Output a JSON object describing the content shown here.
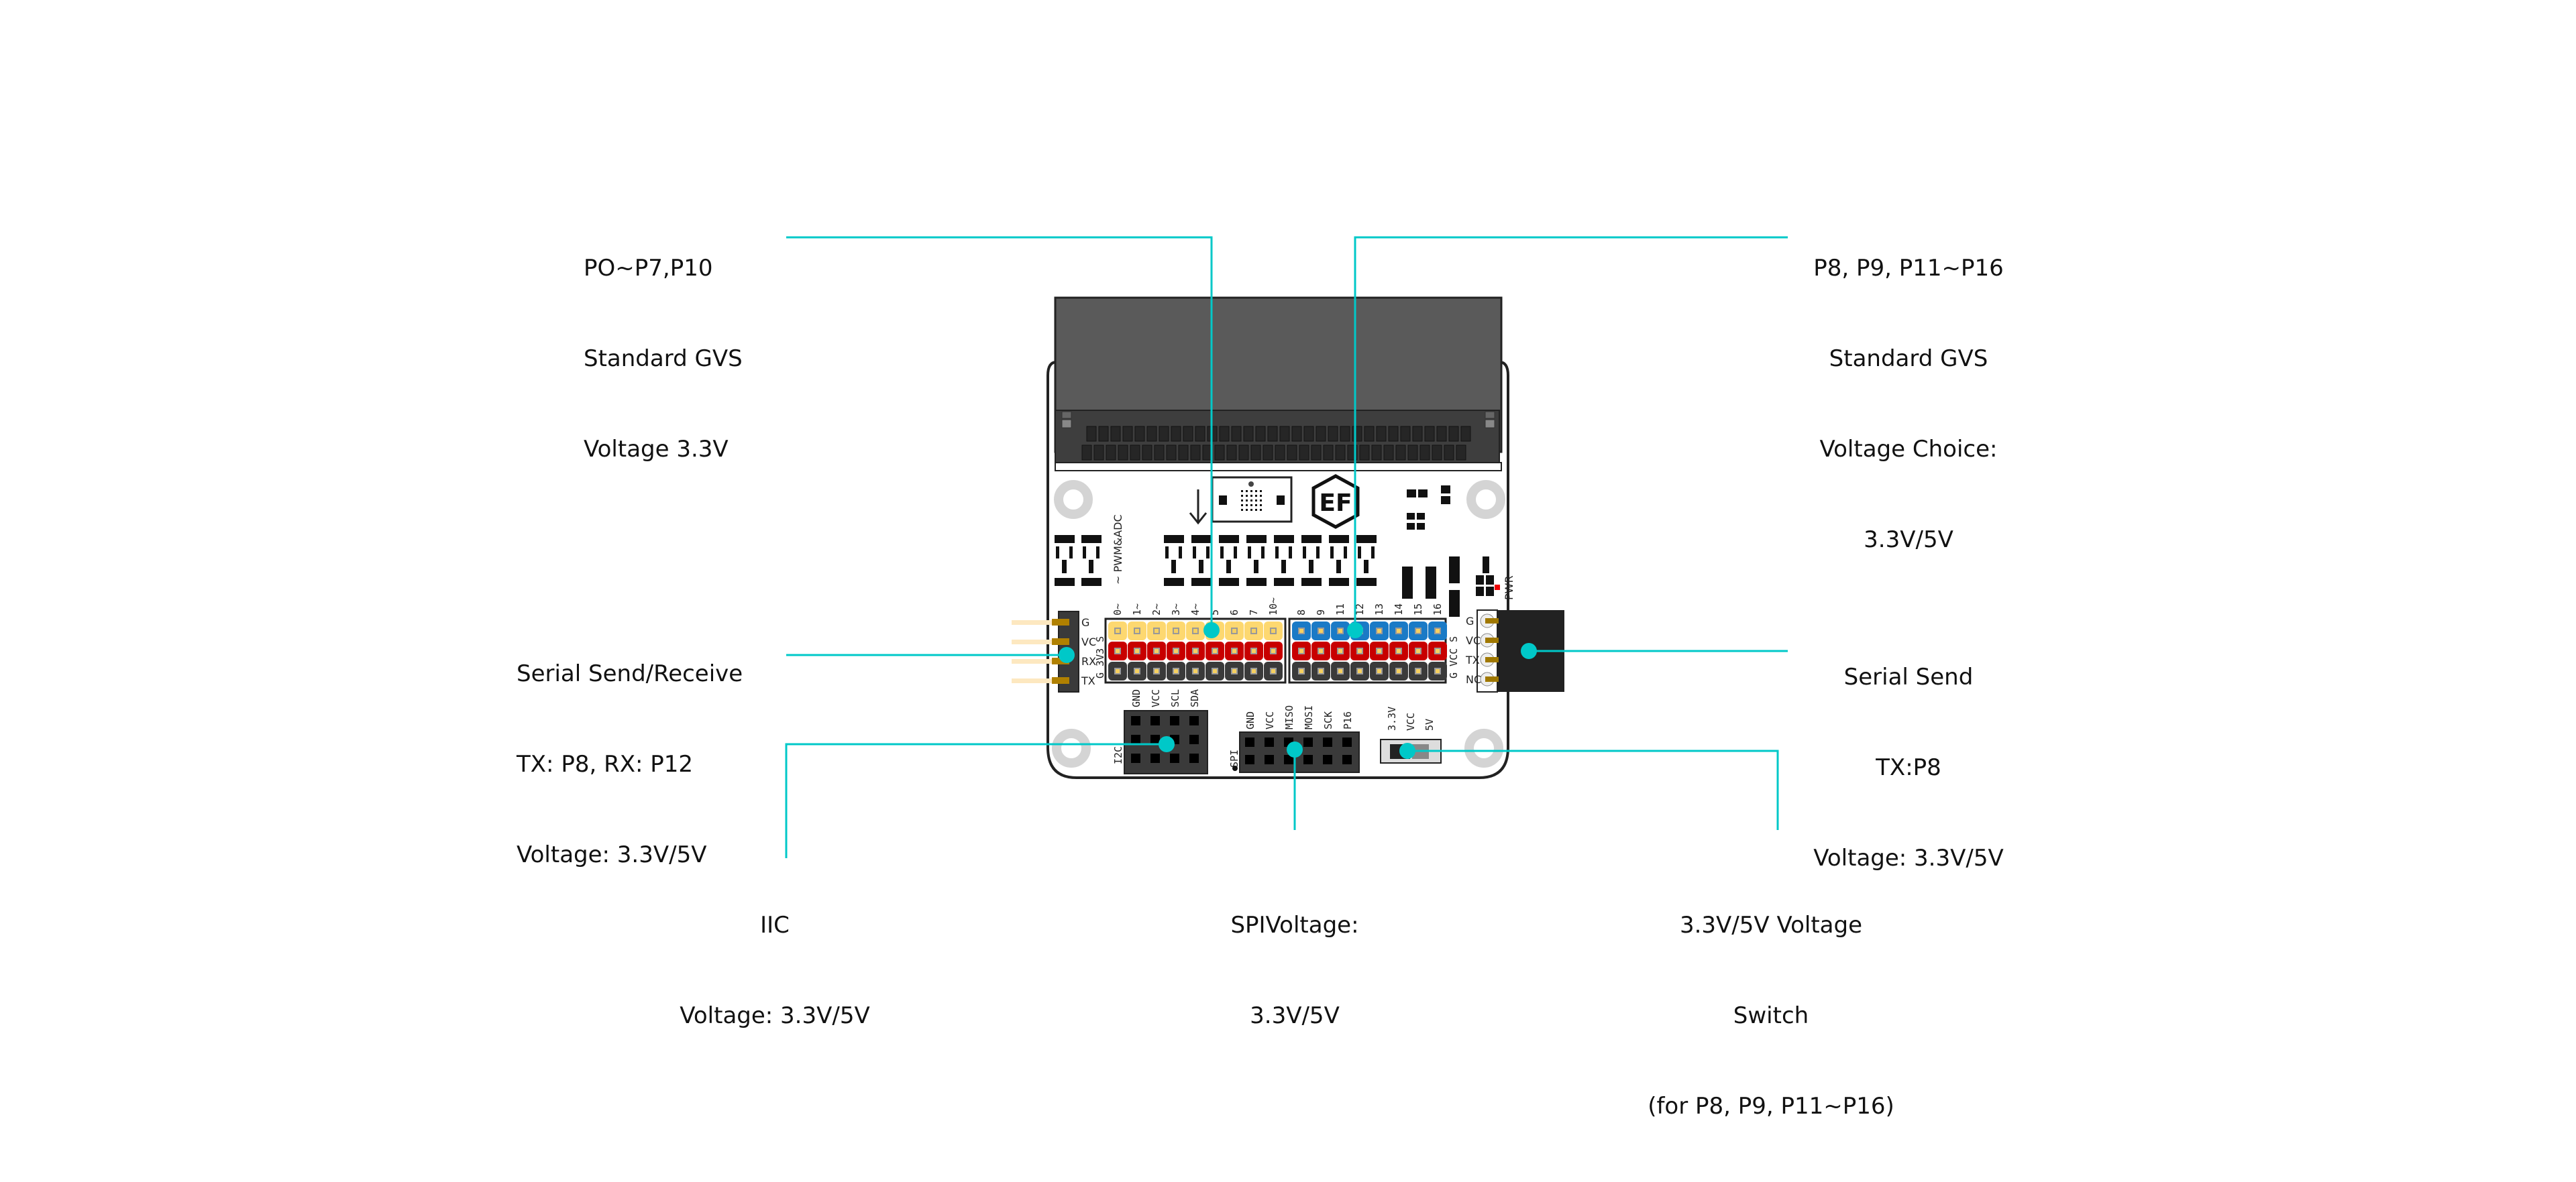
{
  "diagram": {
    "title": "Expansion board pinout",
    "accent_color": "#00c8c8",
    "callouts": [
      {
        "id": "gvs-3v3",
        "lines": [
          "PO~P7,P10",
          "Standard GVS",
          "Voltage 3.3V"
        ]
      },
      {
        "id": "gvs-choice",
        "lines": [
          "P8, P9, P11~P16",
          "Standard GVS",
          "Voltage Choice:",
          "3.3V/5V"
        ]
      },
      {
        "id": "serial-send-receive",
        "lines": [
          "Serial Send/Receive",
          "TX: P8, RX: P12",
          "Voltage: 3.3V/5V"
        ]
      },
      {
        "id": "serial-send",
        "lines": [
          "Serial Send",
          "TX:P8",
          "Voltage: 3.3V/5V"
        ]
      },
      {
        "id": "iic",
        "lines": [
          "IIC",
          "Voltage: 3.3V/5V"
        ]
      },
      {
        "id": "spi",
        "lines": [
          "SPIVoltage:",
          "3.3V/5V"
        ]
      },
      {
        "id": "voltage-switch",
        "lines": [
          "3.3V/5V Voltage",
          "Switch",
          "(for P8, P9, P11~P16)"
        ]
      }
    ],
    "board": {
      "logo_text": "EF",
      "silkscreen_pwm": "~ PWM&ADC",
      "pwr_label": "PWR",
      "left_header_pins": [
        "0~",
        "1~",
        "2~",
        "3~",
        "4~",
        "5",
        "6",
        "7",
        "10~"
      ],
      "right_header_pins": [
        "8",
        "9",
        "11",
        "12",
        "13",
        "14",
        "15",
        "16"
      ],
      "left_row_labels": [
        "S",
        "3V3",
        "G"
      ],
      "right_row_labels": [
        "S",
        "VCC",
        "G"
      ],
      "serial_left_pins": [
        "G",
        "VC",
        "RX",
        "TX"
      ],
      "serial_right_pins": [
        "G",
        "VC",
        "TX",
        "NC"
      ],
      "i2c_label": "I2C",
      "i2c_pins": [
        "GND",
        "VCC",
        "SCL",
        "SDA"
      ],
      "spi_label": "SPI",
      "spi_pins": [
        "GND",
        "VCC",
        "MISO",
        "MOSI",
        "SCK",
        "P16"
      ],
      "switch_labels": [
        "3.3V",
        "VCC",
        "5V"
      ],
      "row_colors": {
        "signal_left": "#fdd870",
        "signal_right": "#1a7ac6",
        "power": "#c80000",
        "ground": "#3a3a3a"
      }
    }
  }
}
